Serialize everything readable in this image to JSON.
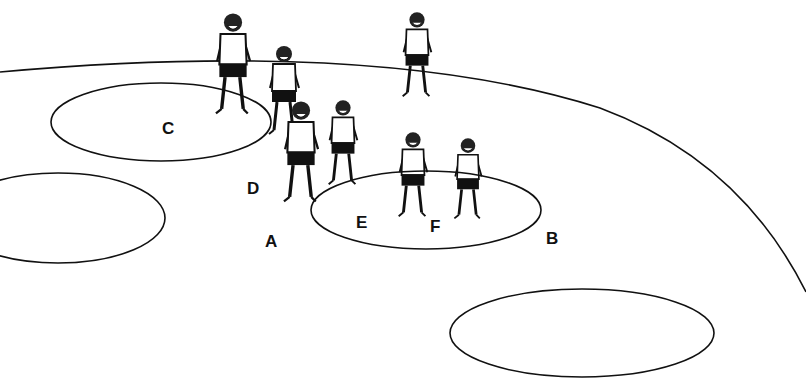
{
  "diagram": {
    "nodes": [
      {
        "text": [
          "C"
        ]
      },
      {
        "text": [
          "E",
          "F"
        ]
      }
    ],
    "labels": [
      "D",
      "A",
      "B"
    ]
  }
}
